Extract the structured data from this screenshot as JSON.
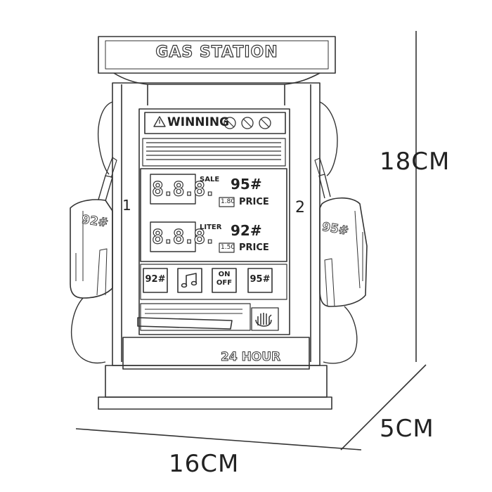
{
  "sign": {
    "title": "GAS STATION"
  },
  "warning": {
    "label": "WINNING"
  },
  "display": {
    "row1": {
      "digits": "8.8.8.",
      "caption": "SALE",
      "grade": "95#",
      "price": "1.80",
      "price_label": "PRICE"
    },
    "row2": {
      "digits": "8.8.8.",
      "caption": "LITER",
      "grade": "92#",
      "price": "1.50",
      "price_label": "PRICE"
    }
  },
  "buttons": {
    "b1": "92#",
    "b3_top": "ON",
    "b3_bottom": "OFF",
    "b4": "95#"
  },
  "nozzles": {
    "left_number": "1",
    "right_number": "2",
    "left_grade": "92#",
    "right_grade": "95#"
  },
  "base": {
    "label": "24 HOUR"
  },
  "dimensions": {
    "height": "18CM",
    "depth": "5CM",
    "width": "16CM"
  }
}
